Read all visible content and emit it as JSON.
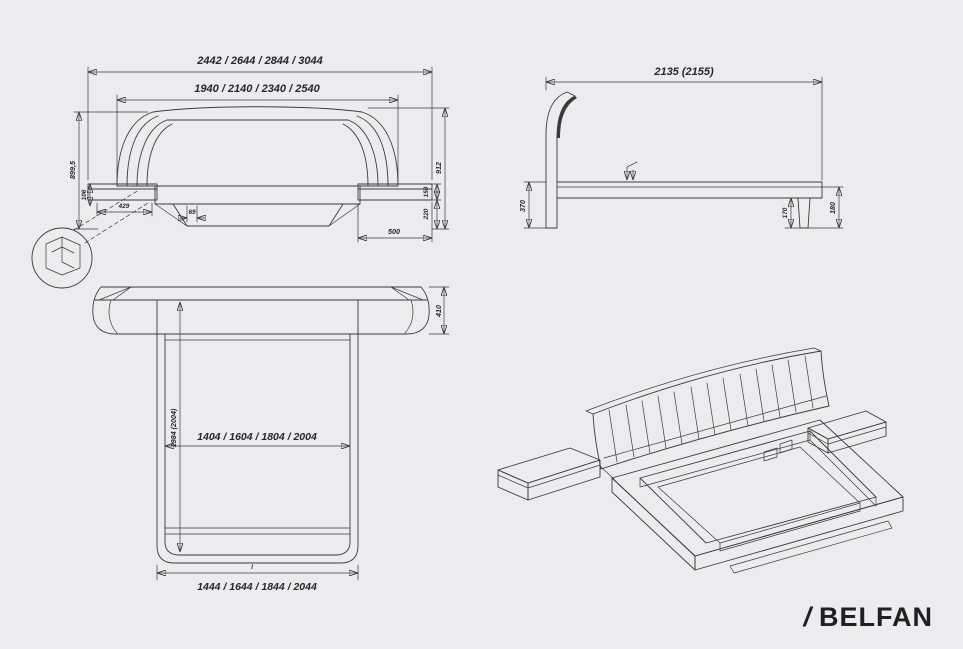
{
  "colors": {
    "background": "#ececee",
    "line": "#3a3a3c",
    "text": "#27272a",
    "brand": "#202022"
  },
  "brand": {
    "slash": "/",
    "name": "BELFAN"
  },
  "front_view": {
    "overall_width": "2442 / 2644 / 2844 / 3044",
    "headboard_width": "1940 / 2140 / 2340 / 2540",
    "height_left": "899,5",
    "height_right": "912",
    "nightstand_gap": "106",
    "nightstand_width_left": "429",
    "base_offset": "69",
    "nightstand_height": "150",
    "clearance_height": "220",
    "nightstand_width_right": "500"
  },
  "side_view": {
    "length": "2135 (2155)",
    "rail_height": "370",
    "leg_height": "170",
    "foot_height": "180"
  },
  "top_view": {
    "headboard_depth": "410",
    "inner_length": "1984 (2004)",
    "inner_width": "1404 / 1604 / 1804 / 2004",
    "outer_width": "1444 / 1644 / 1844 / 2044",
    "center_mark": "l"
  }
}
